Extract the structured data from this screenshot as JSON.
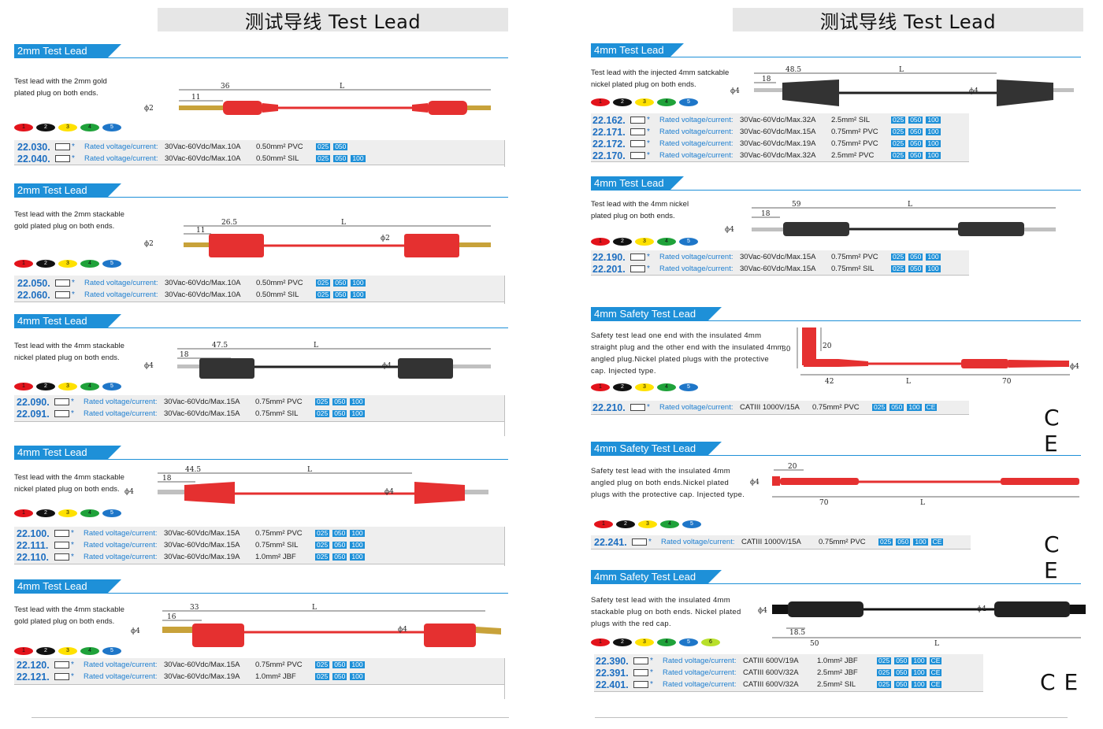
{
  "titles": {
    "left": "测试导线 Test Lead",
    "right": "测试导线 Test Lead"
  },
  "common": {
    "rated": "Rated voltage/current:",
    "star": "*",
    "ce": "C E"
  },
  "colors": [
    "1",
    "2",
    "3",
    "4",
    "5"
  ],
  "colors_ext": [
    "1",
    "2",
    "3",
    "4",
    "5",
    "6"
  ],
  "s1": {
    "tab": "2mm Test Lead",
    "desc1": "Test lead with the 2mm gold",
    "desc2": "plated plug on both ends.",
    "dims": {
      "a": "36",
      "b": "11",
      "L": "L",
      "phi": "ϕ2"
    },
    "rows": [
      {
        "code": "22.030.",
        "volt": "30Vac-60Vdc/Max.10A",
        "sec": "0.50mm² PVC",
        "lens": [
          "025",
          "050"
        ]
      },
      {
        "code": "22.040.",
        "volt": "30Vac-60Vdc/Max.10A",
        "sec": "0.50mm² SIL",
        "lens": [
          "025",
          "050",
          "100"
        ]
      }
    ]
  },
  "s2": {
    "tab": "2mm Test Lead",
    "desc1": "Test lead with the 2mm stackable",
    "desc2": "gold plated plug on both ends.",
    "dims": {
      "a": "26.5",
      "b": "11",
      "L": "L",
      "phi": "ϕ2",
      "phi2": "ϕ2"
    },
    "rows": [
      {
        "code": "22.050.",
        "volt": "30Vac-60Vdc/Max.10A",
        "sec": "0.50mm² PVC",
        "lens": [
          "025",
          "050",
          "100"
        ]
      },
      {
        "code": "22.060.",
        "volt": "30Vac-60Vdc/Max.10A",
        "sec": "0.50mm² SIL",
        "lens": [
          "025",
          "050",
          "100"
        ]
      }
    ]
  },
  "s3": {
    "tab": "4mm Test Lead",
    "desc1": "Test lead with the 4mm stackable",
    "desc2": "nickel plated plug on both ends.",
    "dims": {
      "a": "47.5",
      "b": "18",
      "L": "L",
      "phi": "ϕ4",
      "phi2": "ϕ4"
    },
    "rows": [
      {
        "code": "22.090.",
        "volt": "30Vac-60Vdc/Max.15A",
        "sec": "0.75mm² PVC",
        "lens": [
          "025",
          "050",
          "100"
        ]
      },
      {
        "code": "22.091.",
        "volt": "30Vac-60Vdc/Max.15A",
        "sec": "0.75mm² SIL",
        "lens": [
          "025",
          "050",
          "100"
        ]
      }
    ]
  },
  "s4": {
    "tab": "4mm Test Lead",
    "desc1": "Test lead with the 4mm stackable",
    "desc2": "nickel plated plug on both ends.",
    "dims": {
      "a": "44.5",
      "b": "18",
      "L": "L",
      "phi": "ϕ4",
      "phi2": "ϕ4"
    },
    "rows": [
      {
        "code": "22.100.",
        "volt": "30Vac-60Vdc/Max.15A",
        "sec": "0.75mm² PVC",
        "lens": [
          "025",
          "050",
          "100"
        ]
      },
      {
        "code": "22.111.",
        "volt": "30Vac-60Vdc/Max.15A",
        "sec": "0.75mm² SIL",
        "lens": [
          "025",
          "050",
          "100"
        ]
      },
      {
        "code": "22.110.",
        "volt": "30Vac-60Vdc/Max.19A",
        "sec": "1.0mm² JBF",
        "lens": [
          "025",
          "050",
          "100"
        ]
      }
    ]
  },
  "s5": {
    "tab": "4mm Test Lead",
    "desc1": "Test lead with the 4mm stackable",
    "desc2": "gold plated plug on both ends.",
    "dims": {
      "a": "33",
      "b": "16",
      "L": "L",
      "phi": "ϕ4",
      "phi2": "ϕ4"
    },
    "rows": [
      {
        "code": "22.120.",
        "volt": "30Vac-60Vdc/Max.15A",
        "sec": "0.75mm² PVC",
        "lens": [
          "025",
          "050",
          "100"
        ]
      },
      {
        "code": "22.121.",
        "volt": "30Vac-60Vdc/Max.19A",
        "sec": "1.0mm² JBF",
        "lens": [
          "025",
          "050",
          "100"
        ]
      }
    ]
  },
  "r1": {
    "tab": "4mm Test Lead",
    "desc1": "Test lead with the injected 4mm satckable",
    "desc2": "nickel plated plug on both ends.",
    "dims": {
      "a": "48.5",
      "b": "18",
      "L": "L",
      "phi": "ϕ4",
      "phi2": "ϕ4"
    },
    "rows": [
      {
        "code": "22.162.",
        "volt": "30Vac-60Vdc/Max.32A",
        "sec": "2.5mm² SIL",
        "lens": [
          "025",
          "050",
          "100"
        ]
      },
      {
        "code": "22.171.",
        "volt": "30Vac-60Vdc/Max.15A",
        "sec": "0.75mm² PVC",
        "lens": [
          "025",
          "050",
          "100"
        ]
      },
      {
        "code": "22.172.",
        "volt": "30Vac-60Vdc/Max.19A",
        "sec": "0.75mm² PVC",
        "lens": [
          "025",
          "050",
          "100"
        ]
      },
      {
        "code": "22.170.",
        "volt": "30Vac-60Vdc/Max.32A",
        "sec": "2.5mm² PVC",
        "lens": [
          "025",
          "050",
          "100"
        ]
      }
    ]
  },
  "r2": {
    "tab": "4mm Test Lead",
    "desc1": "Test lead with the 4mm nickel",
    "desc2": "plated plug on both ends.",
    "dims": {
      "a": "59",
      "b": "18",
      "L": "L",
      "phi": "ϕ4"
    },
    "rows": [
      {
        "code": "22.190.",
        "volt": "30Vac-60Vdc/Max.15A",
        "sec": "0.75mm² PVC",
        "lens": [
          "025",
          "050",
          "100"
        ]
      },
      {
        "code": "22.201.",
        "volt": "30Vac-60Vdc/Max.15A",
        "sec": "0.75mm² SIL",
        "lens": [
          "025",
          "050",
          "100"
        ]
      }
    ]
  },
  "r3": {
    "tab": "4mm Safety Test Lead",
    "desc1": "Safety test lead one end with the insulated 4mm",
    "desc2": "straight plug and the other end with the insulated 4mm",
    "desc3": "angled plug.Nickel plated plugs with the protective",
    "desc4": "cap. Injected type.",
    "dims": {
      "a": "42",
      "b": "70",
      "c": "30",
      "d": "20",
      "L": "L",
      "phi": "ϕ4"
    },
    "rows": [
      {
        "code": "22.210.",
        "volt": "CATIII 1000V/15A",
        "sec": "0.75mm² PVC",
        "lens": [
          "025",
          "050",
          "100",
          "CE"
        ]
      }
    ]
  },
  "r4": {
    "tab": "4mm Safety Test Lead",
    "desc1": "Safety test lead with the insulated 4mm",
    "desc2": "angled plug on both ends.Nickel plated",
    "desc3": "plugs with the protective cap. Injected type.",
    "dims": {
      "a": "20",
      "b": "70",
      "L": "L",
      "phi": "ϕ4"
    },
    "rows": [
      {
        "code": "22.241.",
        "volt": "CATIII 1000V/15A",
        "sec": "0.75mm² PVC",
        "lens": [
          "025",
          "050",
          "100",
          "CE"
        ]
      }
    ]
  },
  "r5": {
    "tab": "4mm Safety Test Lead",
    "desc1": "Safety test lead with the insulated 4mm",
    "desc2": "stackable plug on both ends. Nickel plated",
    "desc3": "plugs with the red cap.",
    "dims": {
      "a": "18.5",
      "b": "50",
      "L": "L",
      "phi": "ϕ4",
      "phi2": "ϕ4"
    },
    "rows": [
      {
        "code": "22.390.",
        "volt": "CATIII 600V/19A",
        "sec": "1.0mm² JBF",
        "lens": [
          "025",
          "050",
          "100",
          "CE"
        ]
      },
      {
        "code": "22.391.",
        "volt": "CATIII 600V/32A",
        "sec": "2.5mm² JBF",
        "lens": [
          "025",
          "050",
          "100",
          "CE"
        ]
      },
      {
        "code": "22.401.",
        "volt": "CATIII 600V/32A",
        "sec": "2.5mm² SIL",
        "lens": [
          "025",
          "050",
          "100",
          "CE"
        ]
      }
    ]
  }
}
